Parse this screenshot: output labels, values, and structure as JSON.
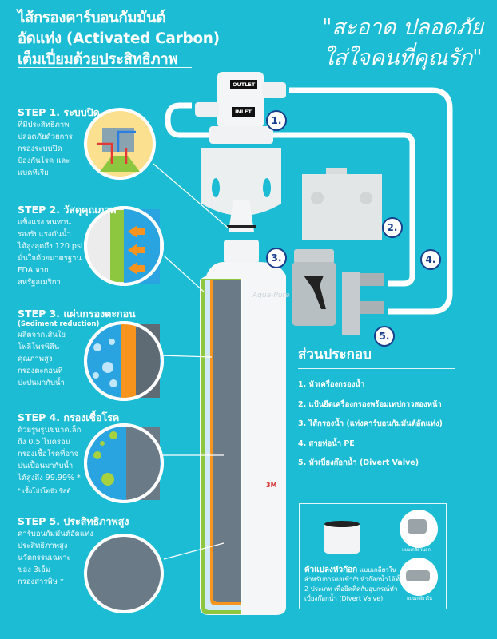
{
  "title": {
    "line1": "ไส้กรองคาร์บอนกัมมันต์",
    "line2": "อัดแท่ง (Activated Carbon)",
    "line3": "เต็มเปี่ยมด้วยประสิทธิภาพ"
  },
  "slogan": {
    "line1": "\"สะอาด ปลอดภัย",
    "line2": "ใส่ใจคนที่คุณรัก\""
  },
  "steps": [
    {
      "heading": "STEP 1. ระบบปิด",
      "body": [
        "ที่มีประสิทธิภาพ",
        "ปลอดภัยด้วยการ",
        "กรองระบบปิด",
        "ป้องกันโรค และ",
        "แบคทีเรีย"
      ]
    },
    {
      "heading": "STEP 2. วัสดุคุณภาพ",
      "body": [
        "แข็งแรง ทนทาน",
        "รองรับแรงดันน้ำ",
        "ได้สูงสุดถึง 120 psi",
        "มั่นใจด้วยมาตรฐาน",
        "FDA จาก",
        "สหรัฐอเมริกา"
      ]
    },
    {
      "heading": "STEP 3. แผ่นกรองตะกอน",
      "subheading": "(Sediment reduction)",
      "body": [
        "ผลิตจากเส้นใย",
        "โพลีโพรพิลีน",
        "คุณภาพสูง",
        "กรองตะกอนที่",
        "ปะปนมากับน้ำ"
      ]
    },
    {
      "heading": "STEP 4. กรองเชื้อโรค",
      "body": [
        "ด้วยรูพรุนขนาดเล็ก",
        "ถึง 0.5 ไมครอน",
        "กรองเชื้อโรคที่อาจ",
        "ปนเปื้อนมากับน้ำ",
        "ได้สูงถึง 99.99% *"
      ],
      "note": "* เชื้อโปรโตซัว ซีสต์"
    },
    {
      "heading": "STEP 5. ประสิทธิภาพสูง",
      "body": [
        "คาร์บอนกัมมันต์อัดแท่ง",
        "ประสิทธิภาพสูง",
        "นวัตกรรมเฉพาะ",
        "ของ 3เอ็ม",
        "กรองสารพิษ *"
      ]
    }
  ],
  "filter": {
    "outlet_label": "OUTLET",
    "inlet_label": "INLET",
    "brand": "Aqua-Pure",
    "maker": "3M"
  },
  "badges": [
    "1.",
    "2.",
    "3.",
    "4.",
    "5."
  ],
  "parts": {
    "heading": "ส่วนประกอบ",
    "items": [
      "1. หัวเครื่องกรองน้ำ",
      "2. แป้นยึดเครื่องกรองพร้อมเทปกาวสองหน้า",
      "3. ไส้กรองน้ำ (แท่งคาร์บอนกัมมันต์อัดแท่ง)",
      "4. สายท่อน้ำ PE",
      "5. หัวเบี่ยงก๊อกน้ำ (Divert Valve)"
    ]
  },
  "adapter": {
    "title": "ตัวแปลงหัวก๊อก",
    "title_suffix": " แบบเกลียวใน",
    "body": "สำหรับการต่อเข้ากับหัวก๊อกน้ำได้ทั้ง 2 ประเภท เพื่อยึดติดกับอุปกรณ์หัวเบี่ยงก๊อกน้ำ (Divert Valve)",
    "caption_outer": "แบบเกลียวนอก",
    "caption_inner": "แบบเกลียวใน"
  }
}
